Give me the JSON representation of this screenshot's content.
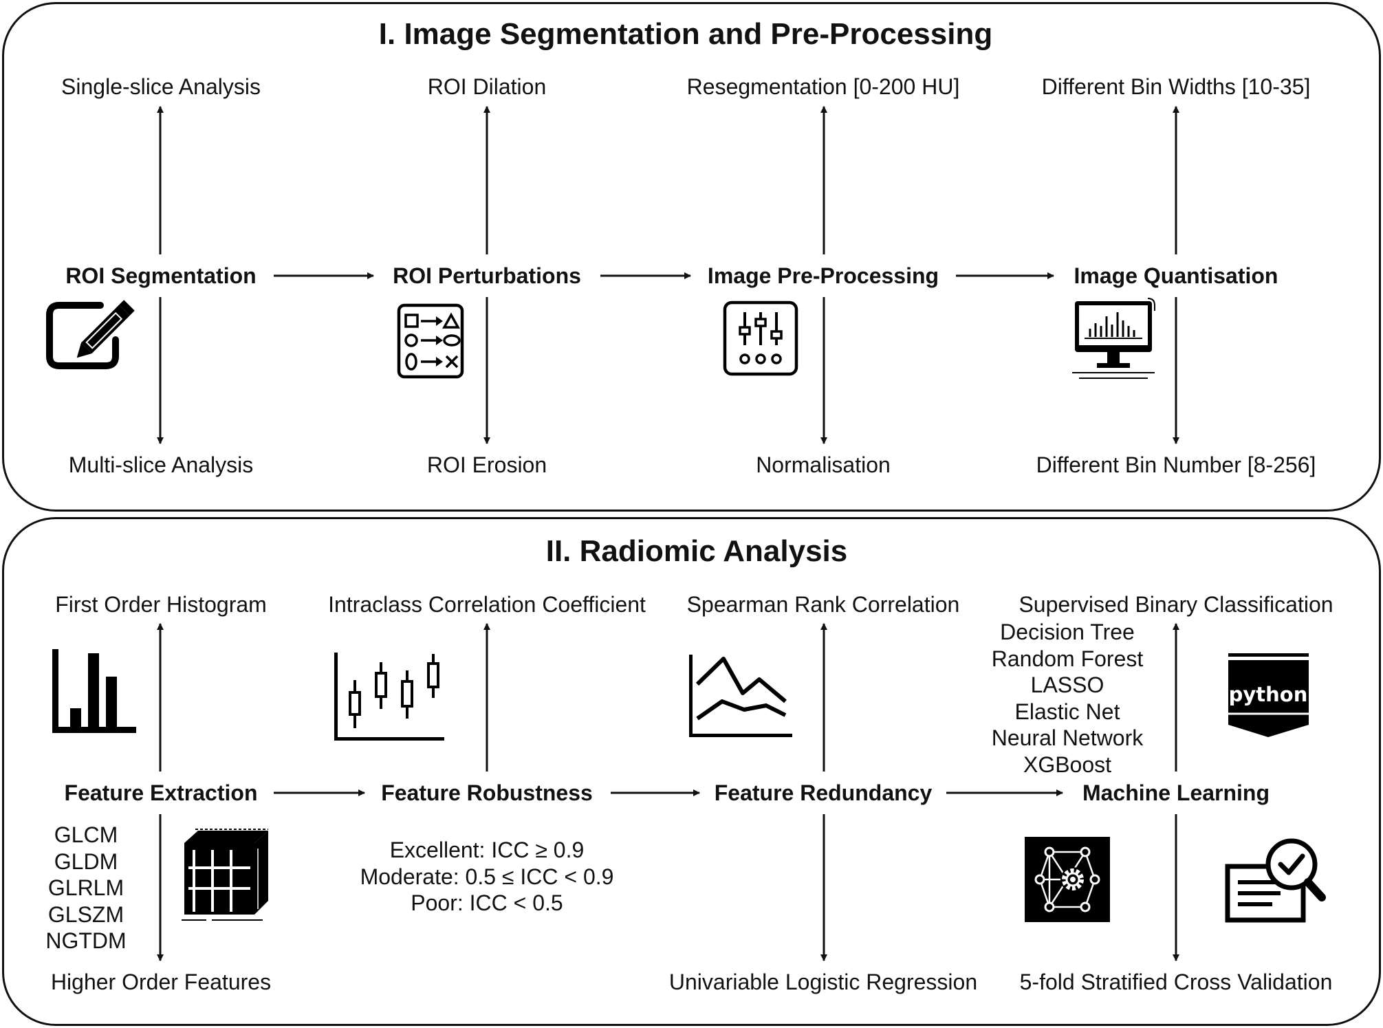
{
  "panel1": {
    "title": "I. Image Segmentation and Pre-Processing",
    "columns": [
      {
        "top": "Single-slice Analysis",
        "step": "ROI Segmentation",
        "bottom": "Multi-slice Analysis",
        "icon": "edit-pencil-icon"
      },
      {
        "top": "ROI Dilation",
        "step": "ROI Perturbations",
        "bottom": "ROI Erosion",
        "icon": "shape-transform-icon"
      },
      {
        "top": "Resegmentation [0-200 HU]",
        "step": "Image Pre-Processing",
        "bottom": "Normalisation",
        "icon": "sliders-icon"
      },
      {
        "top": "Different Bin Widths [10-35]",
        "step": "Image Quantisation",
        "bottom": "Different Bin Number [8-256]",
        "icon": "monitor-histogram-icon"
      }
    ]
  },
  "panel2": {
    "title": "II. Radiomic Analysis",
    "columns": [
      {
        "top": "First Order Histogram",
        "step": "Feature Extraction",
        "bottom": "Higher Order Features",
        "icon": "bar-chart-icon",
        "list": [
          "GLCM",
          "GLDM",
          "GLRLM",
          "GLSZM",
          "NGTDM"
        ],
        "list_icon": "matrix-cube-icon"
      },
      {
        "top": "Intraclass Correlation Coefficient",
        "step": "Feature Robustness",
        "icon": "candlestick-chart-icon",
        "list": [
          "Excellent: ICC ≥ 0.9",
          "Moderate: 0.5 ≤ ICC < 0.9",
          "Poor: ICC < 0.5"
        ]
      },
      {
        "top": "Spearman Rank Correlation",
        "step": "Feature Redundancy",
        "bottom": "Univariable Logistic Regression",
        "icon": "line-chart-icon"
      },
      {
        "top": "Supervised Binary Classification",
        "step": "Machine Learning",
        "bottom": "5-fold Stratified Cross Validation",
        "list": [
          "Decision Tree",
          "Random Forest",
          "LASSO",
          "Elastic Net",
          "Neural Network",
          "XGBoost"
        ],
        "icons": [
          "python-badge-icon",
          "neural-network-gear-icon",
          "document-magnifier-check-icon"
        ],
        "badge_text": "python"
      }
    ]
  }
}
